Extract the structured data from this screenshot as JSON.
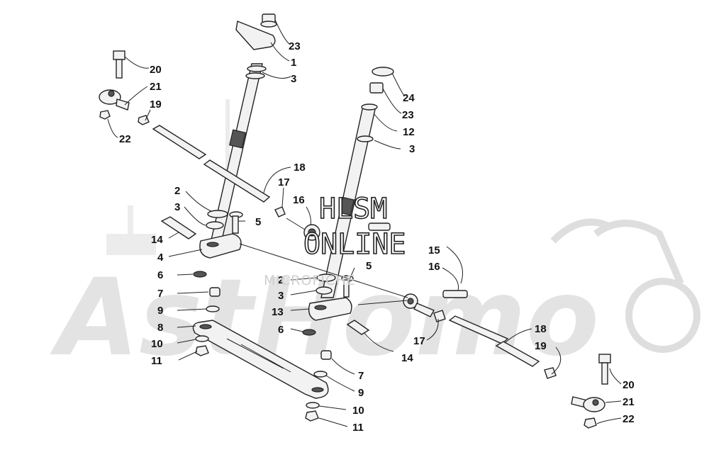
{
  "watermark": {
    "line1": "HLSM",
    "line2": "ONLINE",
    "line3": "MICROFICHE",
    "brand": "AstHomo"
  },
  "callouts": [
    {
      "id": "c1",
      "label": "23"
    },
    {
      "id": "c2",
      "label": "1"
    },
    {
      "id": "c3",
      "label": "3"
    },
    {
      "id": "c4",
      "label": "20"
    },
    {
      "id": "c5",
      "label": "21"
    },
    {
      "id": "c6",
      "label": "19"
    },
    {
      "id": "c7",
      "label": "22"
    },
    {
      "id": "c8",
      "label": "24"
    },
    {
      "id": "c9",
      "label": "23"
    },
    {
      "id": "c10",
      "label": "12"
    },
    {
      "id": "c11",
      "label": "3"
    },
    {
      "id": "c12",
      "label": "18"
    },
    {
      "id": "c13",
      "label": "17"
    },
    {
      "id": "c14",
      "label": "16"
    },
    {
      "id": "c15",
      "label": "2"
    },
    {
      "id": "c16",
      "label": "3"
    },
    {
      "id": "c17",
      "label": "5"
    },
    {
      "id": "c18",
      "label": "14"
    },
    {
      "id": "c19",
      "label": "4"
    },
    {
      "id": "c20",
      "label": "6"
    },
    {
      "id": "c21",
      "label": "7"
    },
    {
      "id": "c22",
      "label": "9"
    },
    {
      "id": "c23",
      "label": "8"
    },
    {
      "id": "c24",
      "label": "10"
    },
    {
      "id": "c25",
      "label": "11"
    },
    {
      "id": "c26",
      "label": "15"
    },
    {
      "id": "c27",
      "label": "16"
    },
    {
      "id": "c28",
      "label": "5"
    },
    {
      "id": "c29",
      "label": "2"
    },
    {
      "id": "c30",
      "label": "3"
    },
    {
      "id": "c31",
      "label": "13"
    },
    {
      "id": "c32",
      "label": "6"
    },
    {
      "id": "c33",
      "label": "14"
    },
    {
      "id": "c34",
      "label": "17"
    },
    {
      "id": "c35",
      "label": "18"
    },
    {
      "id": "c36",
      "label": "19"
    },
    {
      "id": "c37",
      "label": "7"
    },
    {
      "id": "c38",
      "label": "9"
    },
    {
      "id": "c39",
      "label": "10"
    },
    {
      "id": "c40",
      "label": "11"
    },
    {
      "id": "c41",
      "label": "20"
    },
    {
      "id": "c42",
      "label": "21"
    },
    {
      "id": "c43",
      "label": "22"
    }
  ]
}
